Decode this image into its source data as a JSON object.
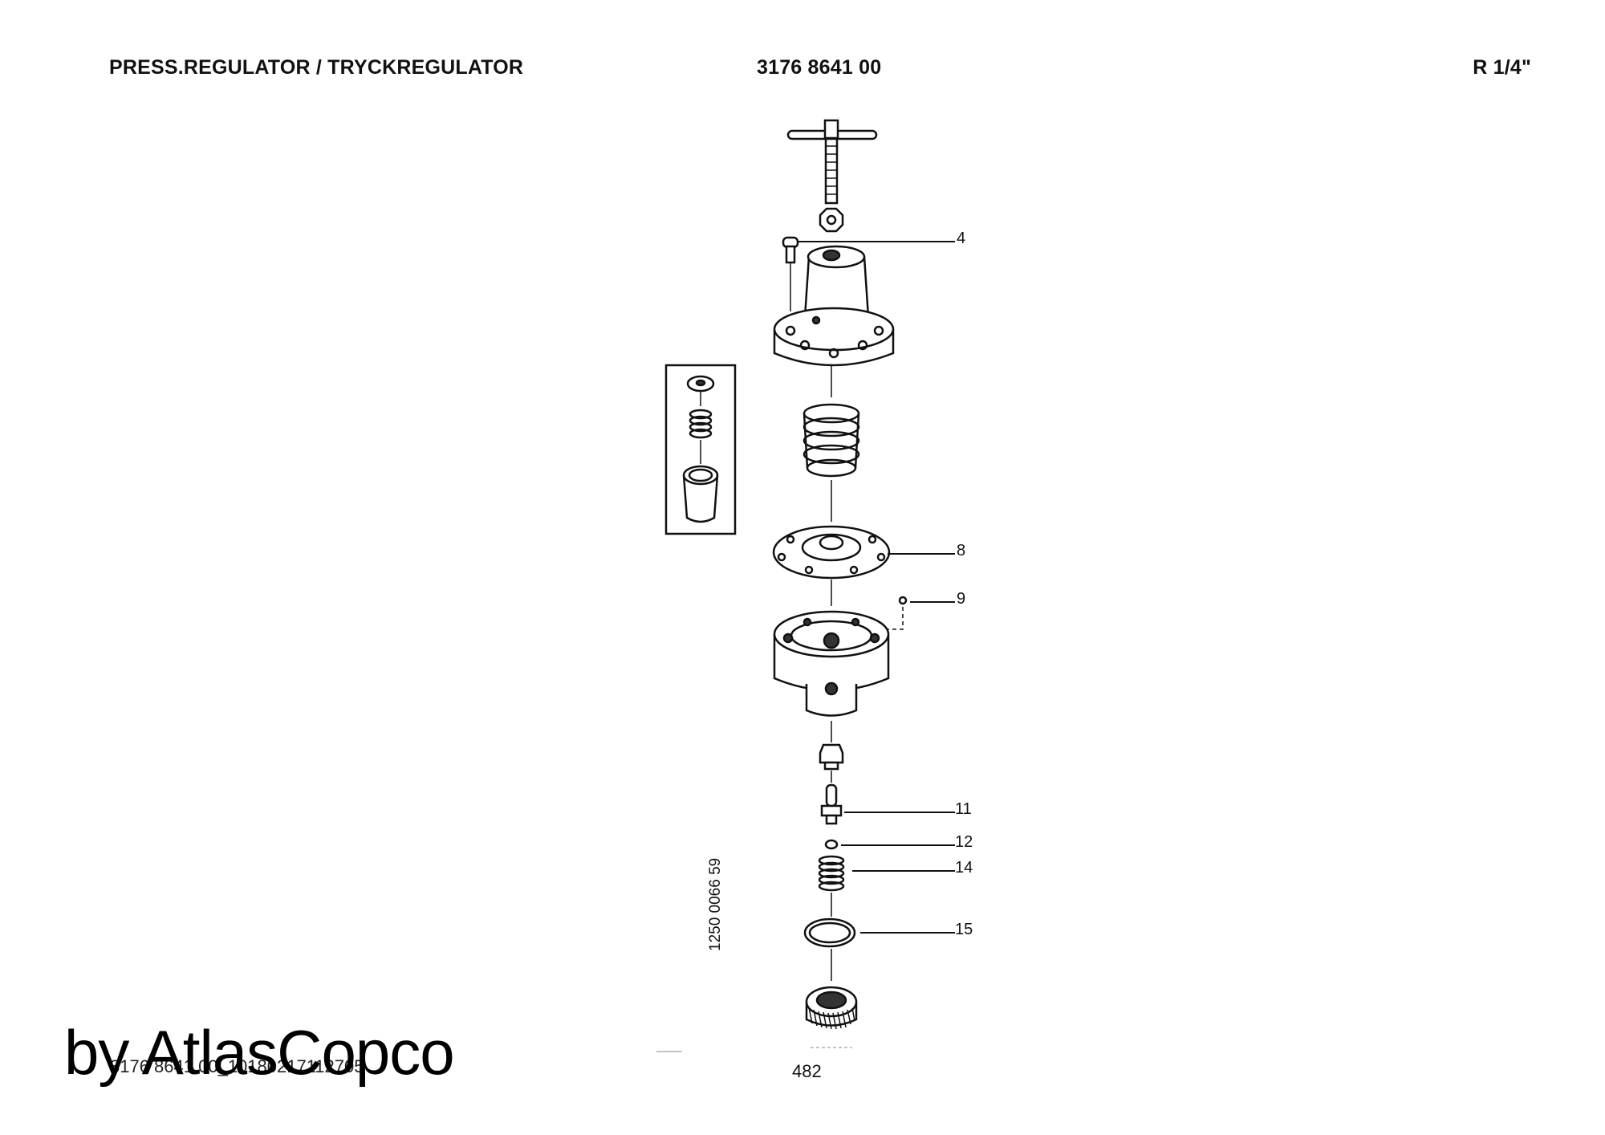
{
  "header": {
    "title": "PRESS.REGULATOR / TRYCKREGULATOR",
    "part_number": "3176 8641 00",
    "size": "R 1/4\""
  },
  "drawing": {
    "callouts": [
      "4",
      "8",
      "9",
      "11",
      "12",
      "14",
      "15"
    ],
    "drawing_number": "1250 0066 59"
  },
  "footer": {
    "document_id": "3176 8641 00_10180217112705",
    "page_number": "482",
    "brand": "by AtlasCopco"
  }
}
